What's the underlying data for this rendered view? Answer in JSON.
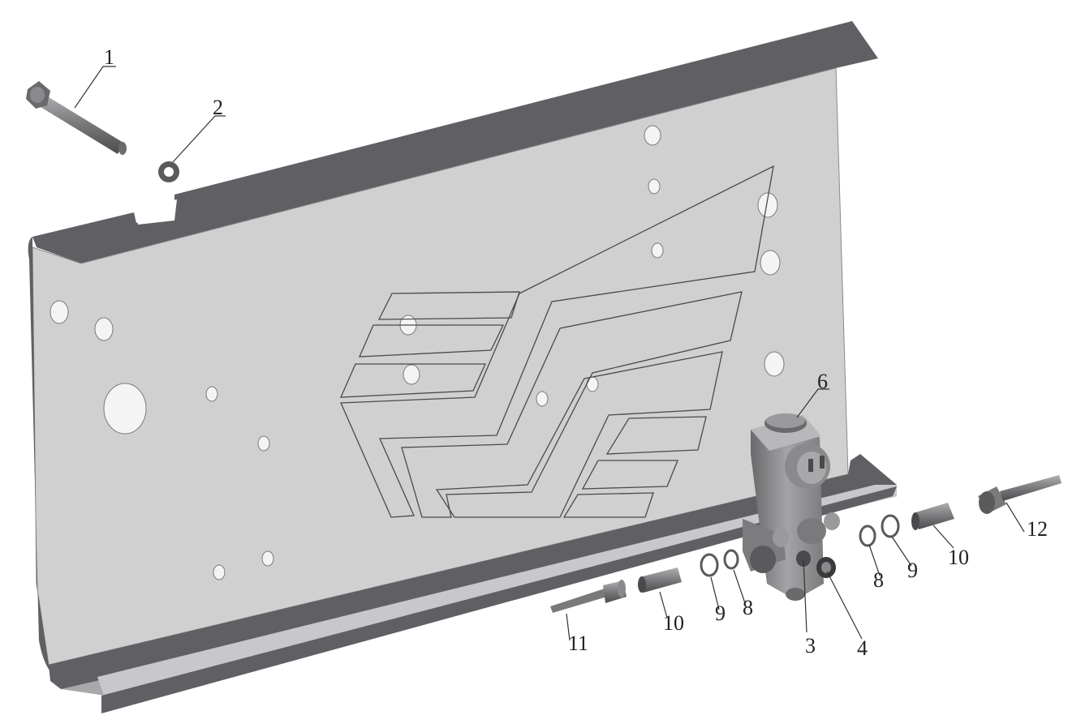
{
  "colors": {
    "background": "#ffffff",
    "panel_face": "#d0d0d0",
    "panel_edge": "#606064",
    "hole": "#f4f4f4",
    "metal": "#8e8e90",
    "metal_dark": "#5a5a5c",
    "line": "#333333"
  },
  "callouts": {
    "c1": "1",
    "c2": "2",
    "c3": "3",
    "c4": "4",
    "c6": "6",
    "c8a": "8",
    "c8b": "8",
    "c9a": "9",
    "c9b": "9",
    "c10a": "10",
    "c10b": "10",
    "c11": "11",
    "c12": "12"
  }
}
